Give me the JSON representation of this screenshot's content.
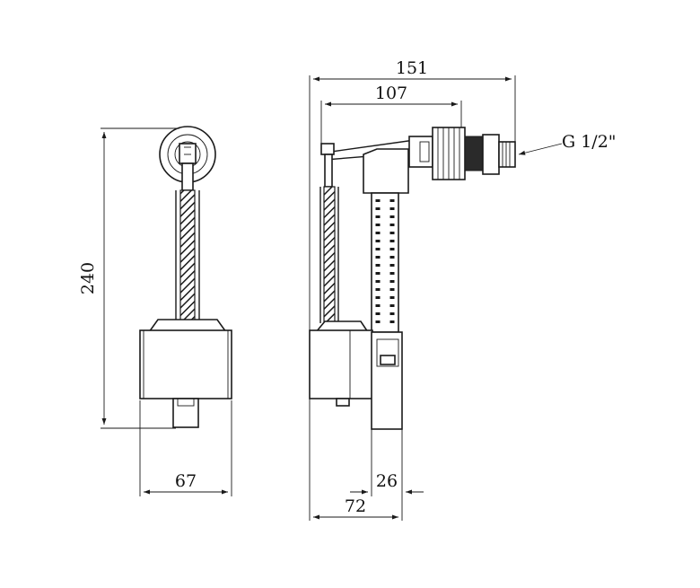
{
  "dimensions": {
    "height_total": "240",
    "width_front": "67",
    "length_total": "151",
    "length_to_body": "107",
    "thread_label": "G 1/2\"",
    "pipe_width": "26",
    "width_side": "72"
  },
  "colors": {
    "line": "#1a1a1a",
    "background": "#ffffff"
  }
}
